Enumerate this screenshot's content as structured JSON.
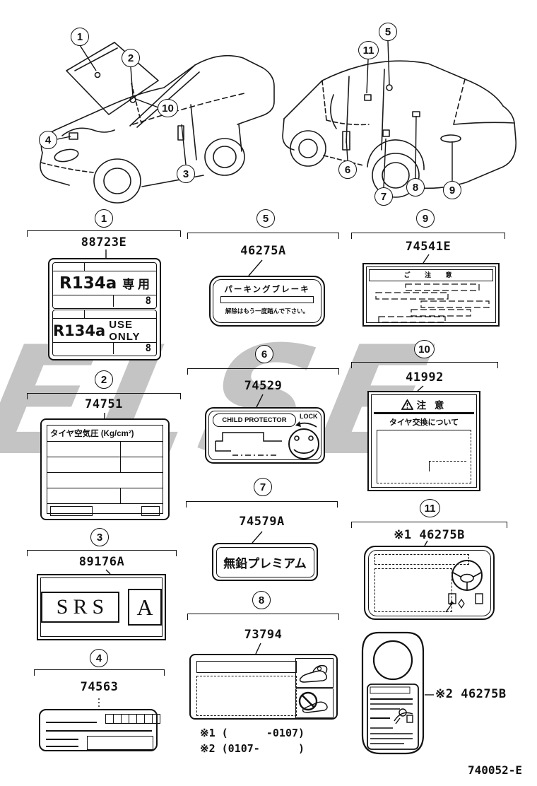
{
  "watermark": {
    "text": "ELSE"
  },
  "callouts": {
    "c1": "1",
    "c2": "2",
    "c3": "3",
    "c4": "4",
    "c5": "5",
    "c6": "6",
    "c7": "7",
    "c8": "8",
    "c9": "9",
    "c10": "10",
    "c11": "11"
  },
  "groups": [
    {
      "callout": "1",
      "part": "88723E",
      "label": {
        "top_text": "R134a",
        "top_side": "専 用",
        "top_cell": "8",
        "bottom_text": "R134a",
        "bottom_side": "USE ONLY",
        "bottom_cell": "8"
      }
    },
    {
      "callout": "2",
      "part": "74751",
      "label": {
        "header": "タイヤ空気圧 (Kg/cm²)"
      }
    },
    {
      "callout": "3",
      "part": "89176A",
      "label": {
        "srs": "SRS",
        "a": "A"
      }
    },
    {
      "callout": "4",
      "part": "74563",
      "label": {}
    },
    {
      "callout": "5",
      "part": "46275A",
      "label": {
        "line1": "パーキングブレーキ",
        "line2": "解除はもう一度踏んで下さい。"
      }
    },
    {
      "callout": "6",
      "part": "74529",
      "label": {
        "title": "CHILD PROTECTOR",
        "lock": "LOCK"
      }
    },
    {
      "callout": "7",
      "part": "74579A",
      "label": {
        "text": "無鉛プレミアム"
      }
    },
    {
      "callout": "8",
      "part": "73794",
      "label": {}
    },
    {
      "callout": "9",
      "part": "74541E",
      "label": {
        "header": "ご 注 意"
      }
    },
    {
      "callout": "10",
      "part": "41992",
      "label": {
        "header": "注 意",
        "subtitle": "タイヤ交換について"
      }
    },
    {
      "callout": "11",
      "part": "※1 46275B",
      "label": {}
    }
  ],
  "notes": [
    "※1 (      -0107)",
    "※2 (0107-      )"
  ],
  "hangtag": {
    "label": "※2 46275B"
  },
  "footer": {
    "code": "740052-E"
  },
  "icons": {
    "warning_triangle": "△!",
    "steering_wheel": "wheel-with-spokes",
    "child_seat": "child-seat-pictogram",
    "prohibition": "circle-slash",
    "lock_knob": "round-knob-face",
    "lock_arrow": "curved-left-arrow"
  }
}
